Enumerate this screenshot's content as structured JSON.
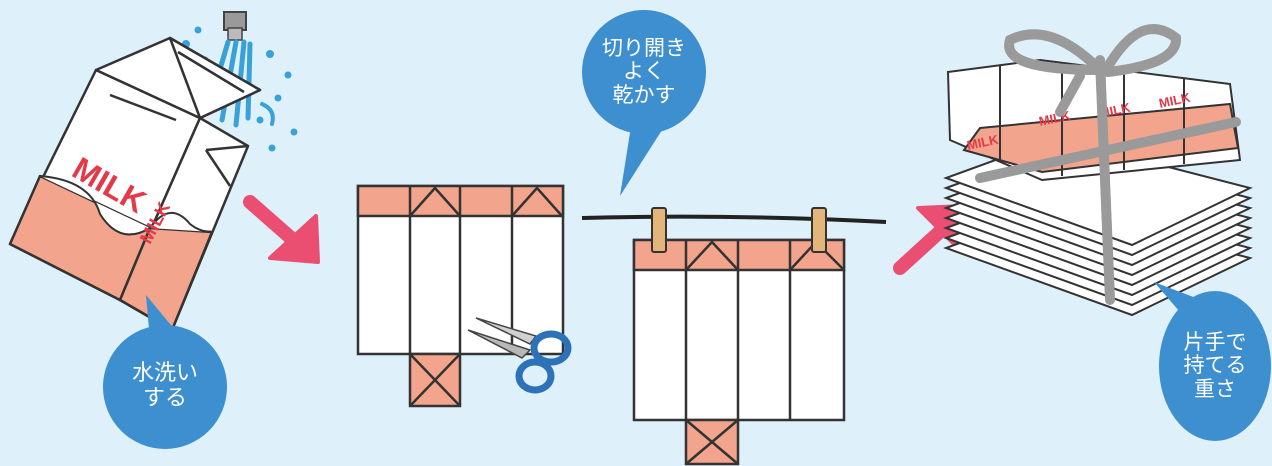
{
  "bubbles": {
    "wash": {
      "lines": [
        "水洗い",
        "する"
      ]
    },
    "dry": {
      "lines": [
        "切り開き",
        "よく",
        "乾かす"
      ]
    },
    "weight": {
      "lines": [
        "片手で",
        "持てる",
        "重さ"
      ]
    }
  },
  "carton": {
    "brand_text": "MILK"
  },
  "colors": {
    "background": "#def0f9",
    "bubble": "#3e8fd0",
    "arrow": "#ea4f72",
    "carton_accent": "#f2a48c",
    "water": "#3aa0d8",
    "scissors_handle": "#2d72b8",
    "clothespin": "#e3b57a",
    "string": "#9a9a9a",
    "milk_text": "#e33a4a"
  },
  "icons": {
    "scissors": "scissors-icon",
    "faucet": "faucet-icon",
    "arrow_down": "arrow-down-right-icon",
    "arrow_up": "arrow-up-right-icon"
  }
}
